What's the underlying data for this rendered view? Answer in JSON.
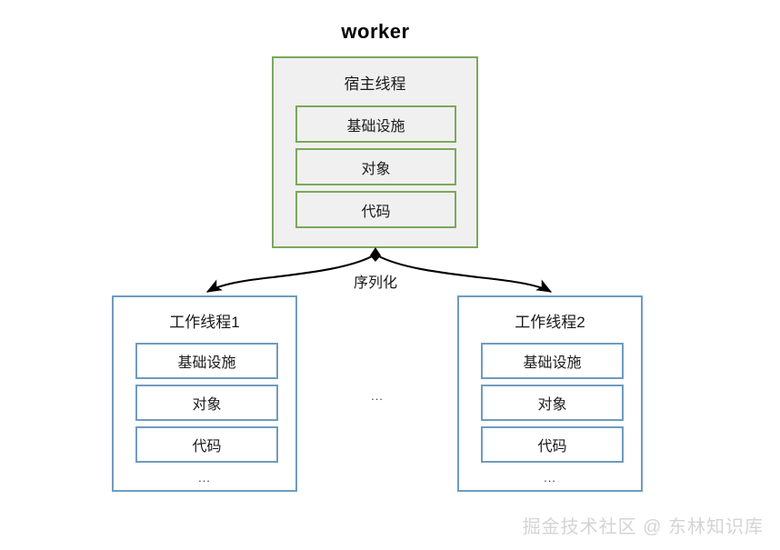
{
  "diagram": {
    "title": "worker",
    "serialize_label": "序列化",
    "between_workers_ellipsis": "...",
    "watermark": "掘金技术社区 @ 东林知识库",
    "colors": {
      "host_border": "#7aa95c",
      "host_fill": "#f0f0f0",
      "worker_border": "#6f9cc0",
      "worker_fill": "#ffffff",
      "arrow": "#000000",
      "background": "#ffffff",
      "watermark": "#d4d4d4"
    },
    "host_thread": {
      "title": "宿主线程",
      "slots": [
        {
          "label": "基础设施"
        },
        {
          "label": "对象"
        },
        {
          "label": "代码"
        }
      ]
    },
    "worker_threads": [
      {
        "title": "工作线程1",
        "slots": [
          {
            "label": "基础设施"
          },
          {
            "label": "对象"
          },
          {
            "label": "代码"
          }
        ],
        "more": "..."
      },
      {
        "title": "工作线程2",
        "slots": [
          {
            "label": "基础设施"
          },
          {
            "label": "对象"
          },
          {
            "label": "代码"
          }
        ],
        "more": "..."
      }
    ]
  }
}
